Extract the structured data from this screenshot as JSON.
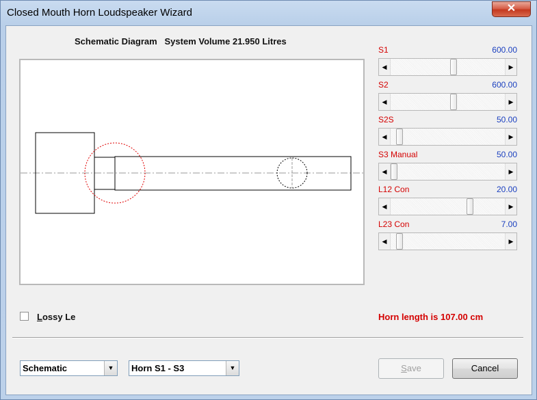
{
  "window": {
    "title": "Closed Mouth Horn Loudspeaker Wizard",
    "close_glyph": "✕"
  },
  "diagram": {
    "heading": "Schematic Diagram   System Volume 21.950 Litres"
  },
  "sliders": [
    {
      "label": "S1",
      "value": "600.00",
      "position": 0.55
    },
    {
      "label": "S2",
      "value": "600.00",
      "position": 0.55
    },
    {
      "label": "S2S",
      "value": "50.00",
      "position": 0.05
    },
    {
      "label": "S3 Manual",
      "value": "50.00",
      "position": 0.0
    },
    {
      "label": "L12 Con",
      "value": "20.00",
      "position": 0.7
    },
    {
      "label": "L23 Con",
      "value": "7.00",
      "position": 0.05
    }
  ],
  "options": {
    "lossy_le_label": "Lossy Le",
    "lossy_le_checked": false
  },
  "status": {
    "horn_length": "Horn length is 107.00 cm"
  },
  "footer": {
    "view_select": "Schematic",
    "section_select": "Horn S1 - S3",
    "save_label": "Save",
    "cancel_label": "Cancel"
  },
  "colors": {
    "label_red": "#d40000",
    "value_blue": "#1a3fbf",
    "circle_red": "#e00000"
  }
}
